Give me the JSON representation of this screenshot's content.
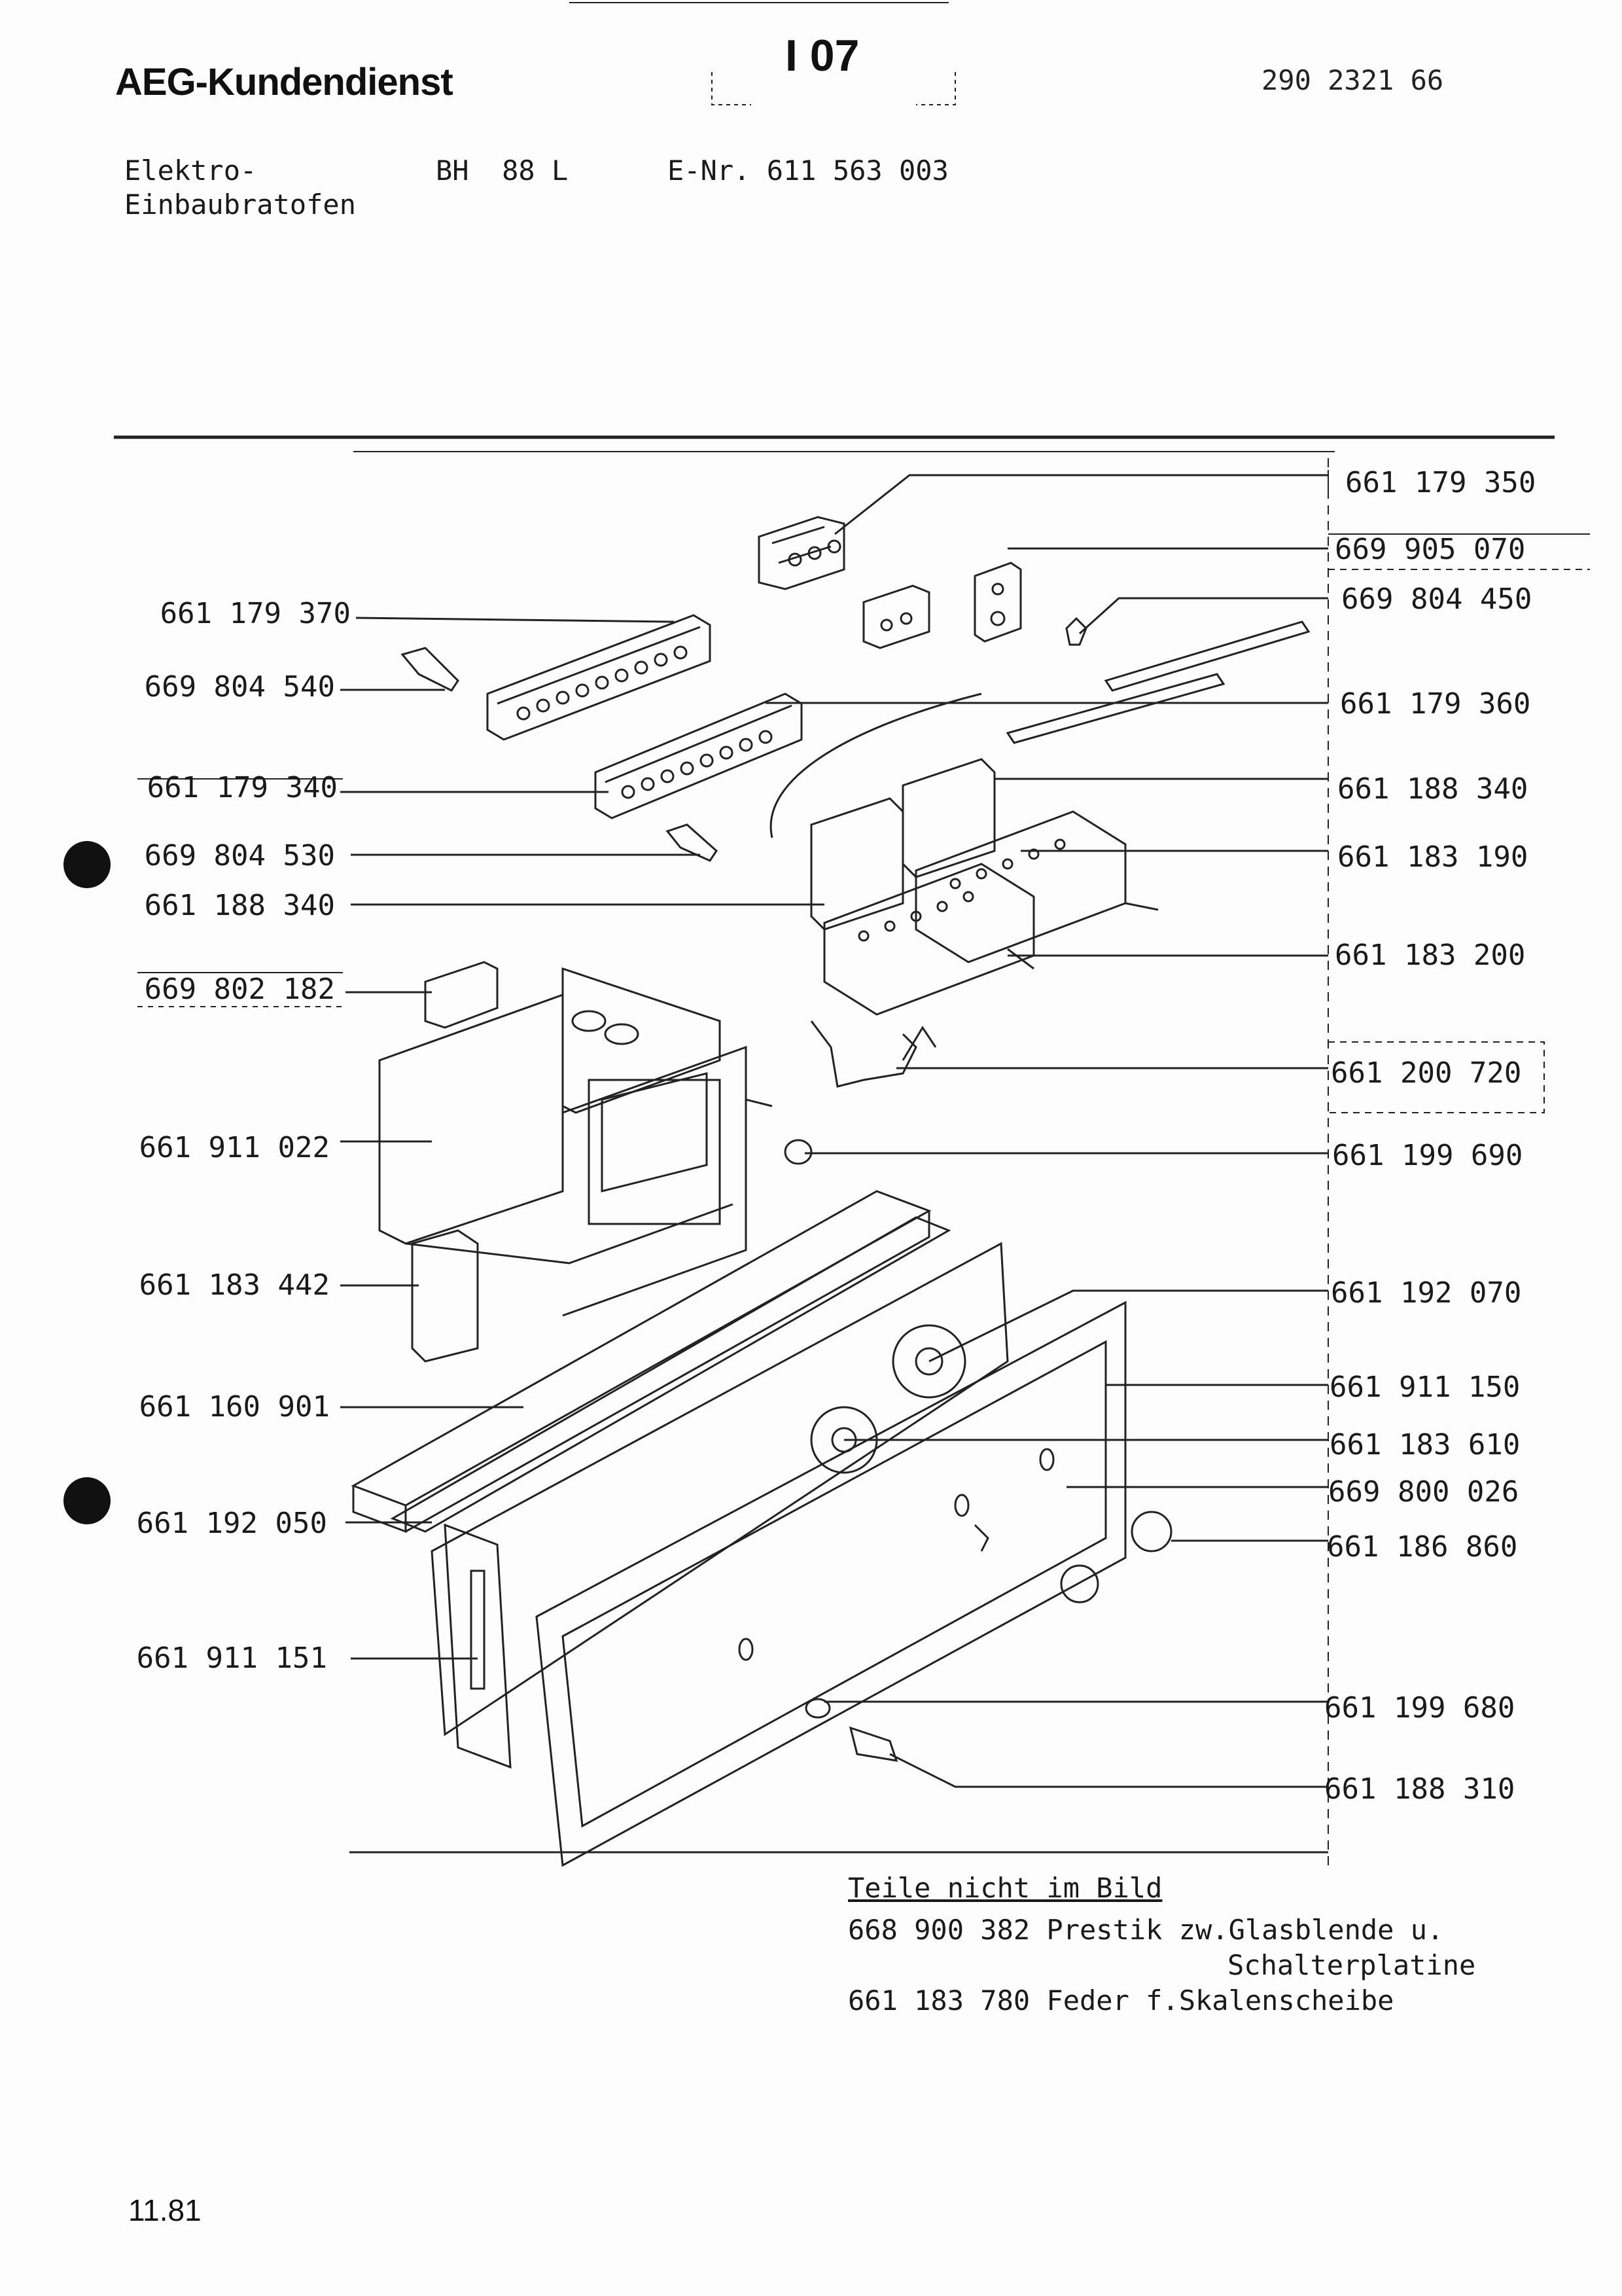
{
  "header": {
    "brand": "AEG-Kundendienst",
    "sheet": "I 07",
    "doc_number": "290 2321 66",
    "appliance_line1": "Elektro-",
    "appliance_line2": "Einbaubratofen",
    "model": "BH  88 L",
    "e_number": "E-Nr. 611 563 003"
  },
  "parts_left": [
    "661 179 370",
    "669 804 540",
    "661 179 340",
    "669 804 530",
    "661 188 340",
    "669 802 182",
    "661 911 022",
    "661 183 442",
    "661 160 901",
    "661 192 050",
    "661 911 151"
  ],
  "parts_right": [
    "661 179 350",
    "669 905 070",
    "669 804 450",
    "661 179 360",
    "661 188 340",
    "661 183 190",
    "661 183 200",
    "661 200 720",
    "661 199 690",
    "661 192 070",
    "661 911 150",
    "661 183 610",
    "669 800 026",
    "661 186 860",
    "661 199 680",
    "661 188 310"
  ],
  "notes": {
    "title": "Teile nicht im Bild",
    "line1": "668 900 382 Prestik zw.Glasblende u.",
    "line2": "Schalterplatine",
    "line3": "661 183 780 Feder f.Skalenscheibe"
  },
  "footer": {
    "date": "11.81"
  }
}
